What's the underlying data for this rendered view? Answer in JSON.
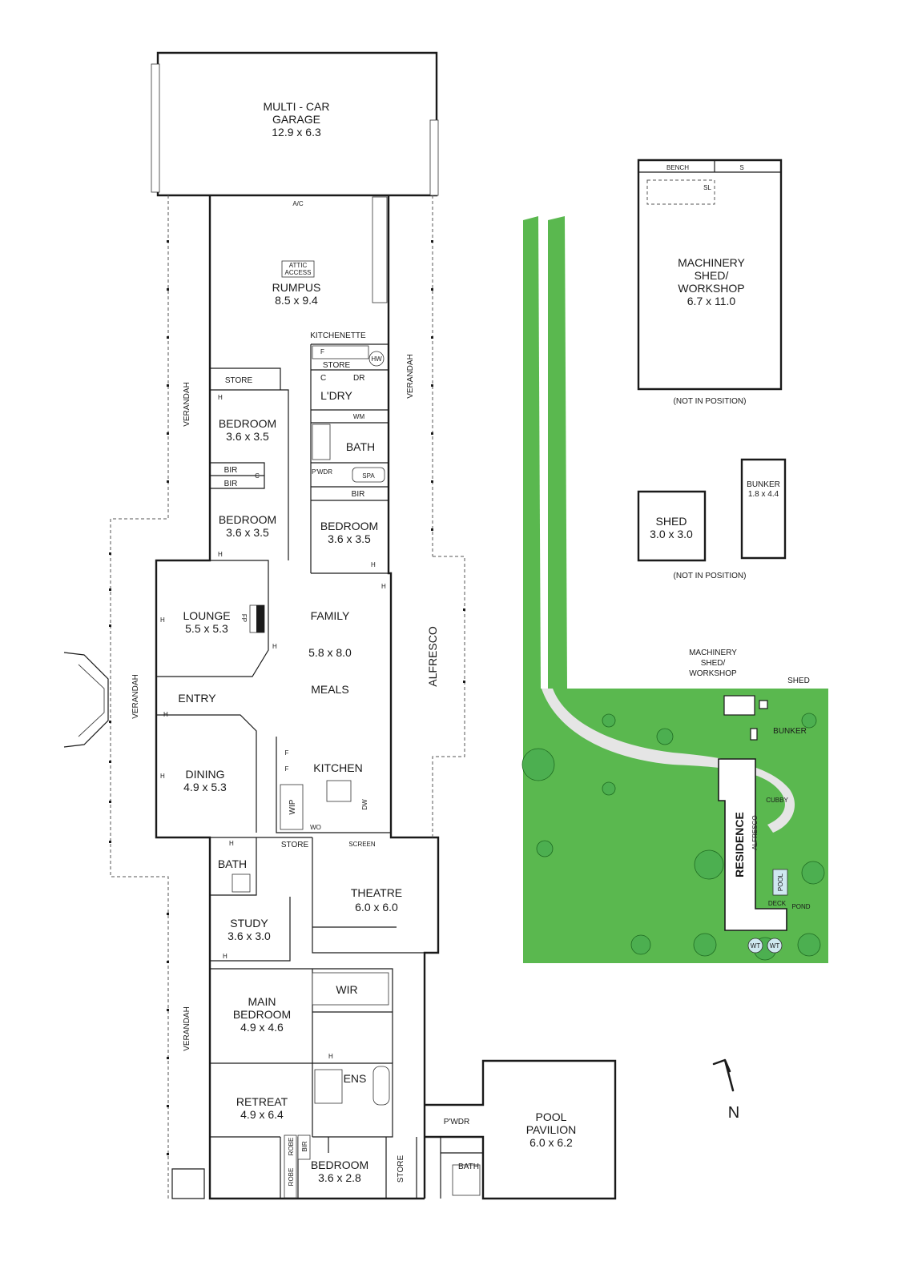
{
  "rooms": {
    "garage": [
      "MULTI - CAR",
      "GARAGE",
      "12.9 x 6.3"
    ],
    "rumpus": [
      "RUMPUS",
      "8.5 x 9.4"
    ],
    "attic": [
      "ATTIC",
      "ACCESS"
    ],
    "ac": "A/C",
    "kitchenette": "KITCHENETTE",
    "store_kitchenette": "STORE",
    "hw": "HW",
    "laundry": "L'DRY",
    "wm": "WM",
    "dr": "DR",
    "c": "C",
    "store_bed": "STORE",
    "bedroom1": [
      "BEDROOM",
      "3.6 x 3.5"
    ],
    "bedroom2": [
      "BEDROOM",
      "3.6 x 3.5"
    ],
    "bedroom3": [
      "BEDROOM",
      "3.6 x 3.5"
    ],
    "bir": "BIR",
    "bath1": "BATH",
    "pwdr1": "P'WDR",
    "spa": "SPA",
    "verandah": "VERANDAH",
    "lounge": [
      "LOUNGE",
      "5.5 x 5.3"
    ],
    "fp": "FP",
    "family": [
      "FAMILY",
      "5.8 x 8.0",
      "MEALS"
    ],
    "alfresco": "ALFRESCO",
    "entry": "ENTRY",
    "dining": [
      "DINING",
      "4.9 x 5.3"
    ],
    "kitchen": "KITCHEN",
    "wip": "WIP",
    "wo": "WO",
    "dw": "DW",
    "f": "F",
    "store_kitchen": "STORE",
    "screen": "SCREEN",
    "bath2": "BATH",
    "theatre": [
      "THEATRE",
      "6.0 x 6.0"
    ],
    "study": [
      "STUDY",
      "3.6 x 3.0"
    ],
    "main_bedroom": [
      "MAIN",
      "BEDROOM",
      "4.9 x 4.6"
    ],
    "wir": "WIR",
    "ens": "ENS",
    "retreat": [
      "RETREAT",
      "4.9 x 6.4"
    ],
    "robe": "ROBE",
    "bedroom4": [
      "BEDROOM",
      "3.6 x 2.8"
    ],
    "store_bottom": "STORE",
    "pwdr2": "P'WDR",
    "bath3": "BATH",
    "pool_pavilion": [
      "POOL",
      "PAVILION",
      "6.0 x 6.2"
    ],
    "h": "H"
  },
  "outbuildings": {
    "machinery_shed": [
      "MACHINERY",
      "SHED/",
      "WORKSHOP",
      "6.7 x 11.0"
    ],
    "bench": "BENCH",
    "s": "S",
    "sl": "SL",
    "not_in_position_1": "(NOT IN POSITION)",
    "shed": [
      "SHED",
      "3.0 x 3.0"
    ],
    "bunker": [
      "BUNKER",
      "1.8 x 4.4"
    ],
    "not_in_position_2": "(NOT IN POSITION)"
  },
  "site": {
    "machinery_shed": [
      "MACHINERY",
      "SHED/",
      "WORKSHOP"
    ],
    "shed": "SHED",
    "bunker": "BUNKER",
    "cubby": "CUBBY",
    "residence": "RESIDENCE",
    "alfresco": "ALFRESCO",
    "pool": "POOL",
    "deck": "DECK",
    "pond": "POND",
    "wt": "WT"
  },
  "compass": {
    "label": "N",
    "icon": "north-arrow-icon"
  },
  "colors": {
    "site_green": "#5ab84f",
    "tree_green": "#4caf50",
    "wall": "#1a1a1a"
  }
}
